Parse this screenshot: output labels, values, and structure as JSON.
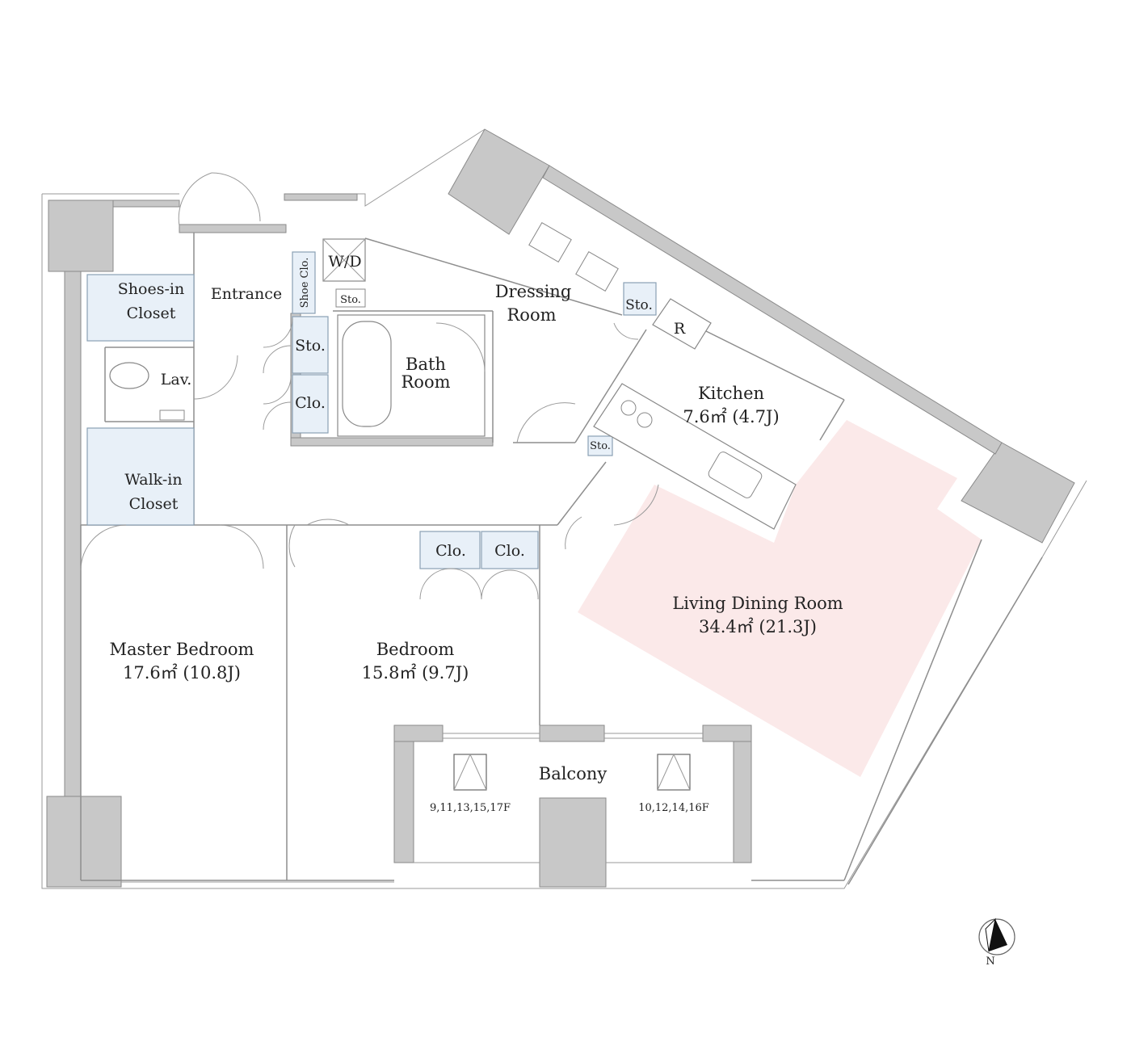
{
  "rooms": {
    "entrance": "Entrance",
    "shoes_closet_1": "Shoes-in",
    "shoes_closet_2": "Closet",
    "lav": "Lav.",
    "walkin_1": "Walk-in",
    "walkin_2": "Closet",
    "shoe_clo": "Shoe Clo.",
    "wd": "W/D",
    "sto_small": "Sto.",
    "sto_left": "Sto.",
    "clo_left": "Clo.",
    "bath_1": "Bath",
    "bath_2": "Room",
    "dressing_1": "Dressing",
    "dressing_2": "Room",
    "sto_dressing": "Sto.",
    "fridge": "R",
    "kitchen_1": "Kitchen",
    "kitchen_2": "7.6㎡  (4.7J)",
    "sto_kitchen": "Sto.",
    "clo_bed_1": "Clo.",
    "clo_bed_2": "Clo.",
    "ldr_1": "Living Dining Room",
    "ldr_2": "34.4㎡  (21.3J)",
    "master_1": "Master Bedroom",
    "master_2": "17.6㎡  (10.8J)",
    "bed_1": "Bedroom",
    "bed_2": "15.8㎡  (9.7J)",
    "balcony": "Balcony",
    "floors_left": "9,11,13,15,17F",
    "floors_right": "10,12,14,16F"
  },
  "compass": {
    "label": "N"
  },
  "colors": {
    "ldr_highlight": "#fbe9e9",
    "wall": "#c8c8c8",
    "closet": "#e8f0f8"
  }
}
